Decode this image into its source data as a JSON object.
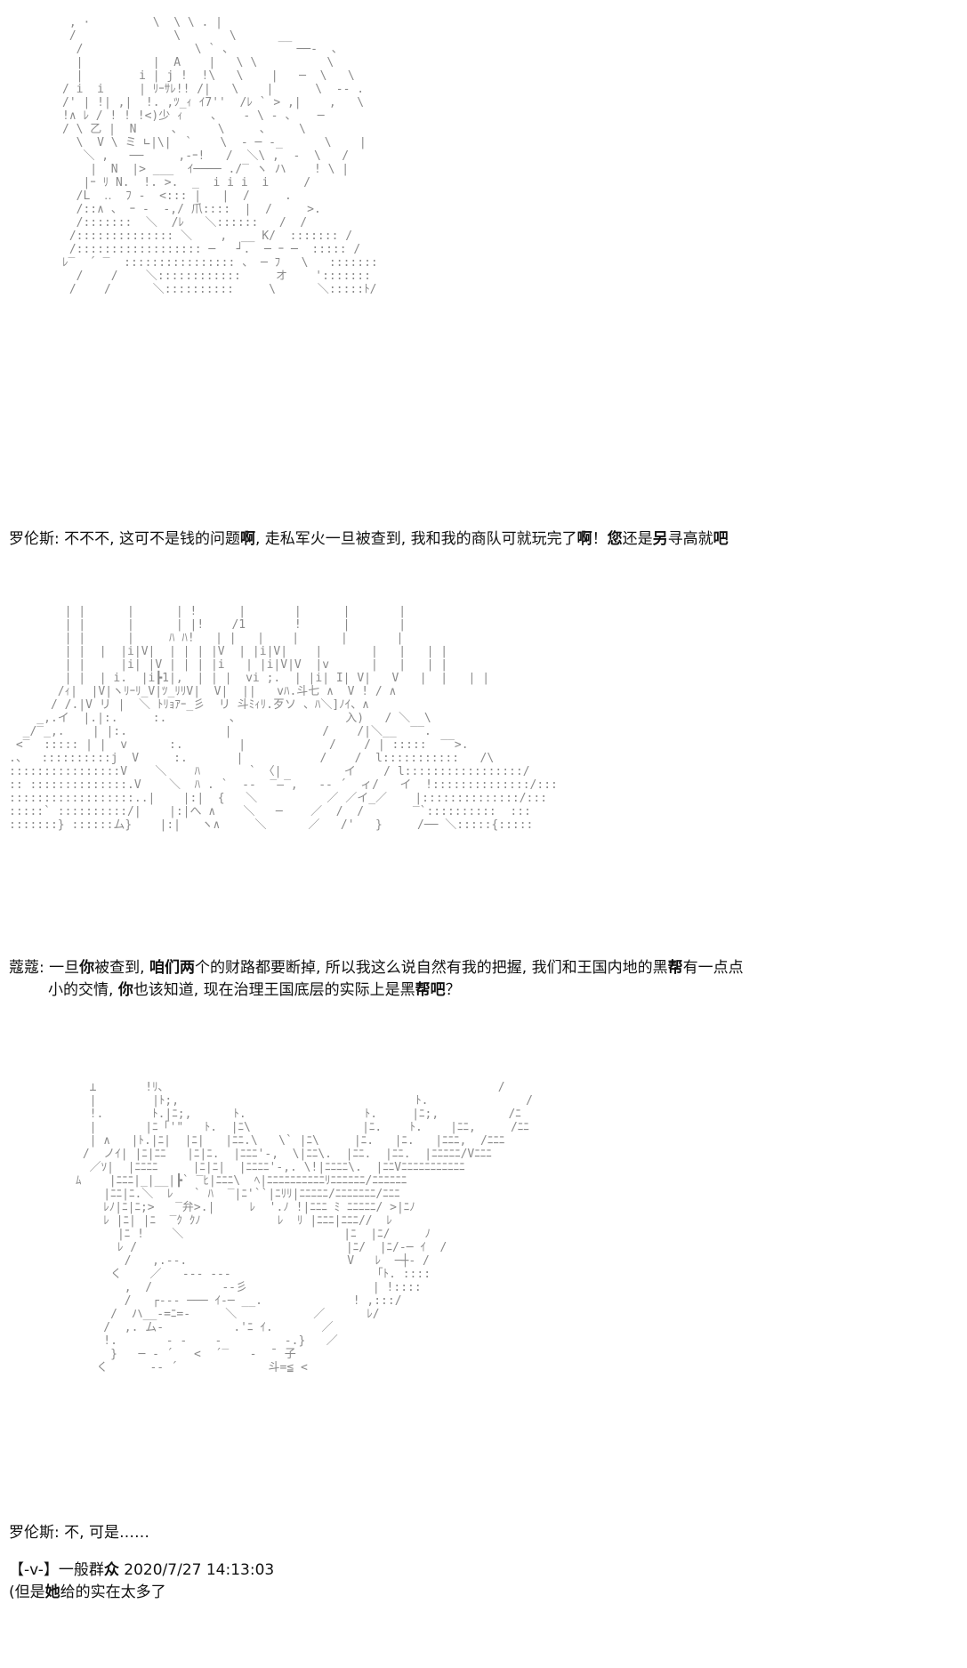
{
  "art": {
    "panel1": " , ·         \\  \\ \\ . |\n /              \\       \\      __\n  /                \\ ` 、         ──-  、\n  |          |  A    |   \\ \\          \\\n  |        i | j !  !\\   \\    |   ─  \\   \\\n/ i  i     | ﾘｰｻﾚ!! /|   \\    |      \\  -- .\n/' | !| ,|  !. ,ﾂ_ｨ ｲ7''  /ﾚ ` > ,|    ,   \\\n!∧ ﾚ / ! ! !<)少 ｨ    、   - \\ ‐ 、   ─\n/ \\ 乙 |  N     、     \\     、    \\\n  \\  V \\ ミ ∟|\\|  `    \\  - ─ -_      \\    |\n   ＼ ,   ──     ,-ｰ!   /  ＼\\ ,  -  \\   /\n    |  N  |> ___  ｲ──── ./‾ ヽ ハ    ! \\ |\n   |ｰ ﾘ N.  !. >.  _  i i i  i     /\n  /L  ‥  ﾌ ‐  <::: |   |  /     .\n  /::∧ 、 ｰ -  ‐,/ 爪::::  |  /     >.\n  /:::::::  ＼  /ﾚ   ＼::::::   /  /\n /:::::::::::::: ＼    ,  __ K/  ::::::: /\n /:::::::::::::::::: ─   ┘.  ─ ｰ ─  ::::: /\nﾚ‾  ´ ‾  :::::::::::::::: 、 ─ ﾌ   \\   :::::::\n  /    /    ＼::::::::::::     オ    ':::::::\n /    /      ＼::::::::::     \\      ＼:::::ﾄ/",
    "panel2": "        | |      |      | !      |       |      |       |\n        | |      |      | |!    /1       !      |       |\n        | |      |     ﾊ ﾊ!   | |   |    |      |       |\n        | |  |  |i|V|  | | | |V  | |i|V|    |       |   |   | |\n        | |     |i| |V | | | |i   | |i|V|V  |v      |   |   | |\n        | |  | i.  |i┣1|,  | | |  vi ;.  | |i| I| V|   V   |  |   | |\n       /ｨ|  |V|ヽﾘｰﾘ_V|ﾂ_ﾘﾘV|  V|  ||   vﾊ.斗七 ∧  V ! / ∧\n      / /.|V リ |  ＼ ﾄﾘｮｱｰ_彡  リ 斗ﾐｨﾘ.歹ソ 、ﾊ＼]ﾉｲ、∧\n    _,.イ  |.|:.     :.         、               入)   / ＼  \\\n  _/‾_,.    | |:.              |             /    /|＼__  ‾‾.\n <‾  ::::: | |  v      :.        |            /    / | :::::  ‾‾>.\n.、  ::::::::::j  V     :.       |           /    /  l:::::::::::   /\\\n::::::::::::::::V    ＼    ﾊ       ` 〈|         イ    / l:::::::::::::::::/\n:: ::::::::::::::.V    ＼  ﾊ . `  ‐‐  ‾―‾,   ‐‐ ´  ィ/   イ  !::::::::::::::/:::\n::::::::::::::::::..|    |:|  {   ＼          ／ ／イ_／    |::::::::::::::/:::\n:::::` ::::::::::/|    |:|へ ∧    ＼   ─    ／  /  /       ‾`::::::::::  :::\n:::::::} ::::::ム}    |:|   ヽ∧     ＼      ／   /'   }     /── ＼:::::{:::::",
    "panel3": "  ⊥       !ﾘ､                                                /\n  |        |ﾄ;,                                  ﾄ.              /\n  !.       ﾄ.|ﾆ;,      ﾄ.                 ﾄ.     |ﾆ;,          /ﾆ\n  |       |ﾆ「'\"   ﾄ.  |ﾆ\\                |ﾆ.    ﾄ.    |ﾆﾆ,     /ﾆﾆ\n  | ∧   |ﾄ.|ﾆ|  |ﾆ|   |ﾆﾆ.\\   \\` |ﾆ\\     |ﾆ.   |ﾆ.   |ﾆﾆﾆ,  /ﾆﾆﾆ\n /  ノｲ| |ﾆ|ﾆﾆ   |ﾆ|ﾆ.  |ﾆﾆﾆ'-,  \\|ﾆﾆ\\.  |ﾆﾆ.  |ﾆﾆ.  |ﾆﾆﾆﾆﾆ/Vﾆﾆﾆ\n  ／ｿ|  |ﾆﾆﾆﾆ     |ﾆ|ﾆ|  |ﾆﾆﾆﾆ'-,. \\!|ﾆﾆﾆﾆ\\.  |ﾆﾆVﾆﾆﾆﾆﾆﾆﾆﾆﾆﾆﾆ\nﾑ    |ﾆﾆﾆ|_|__|┣` ‾ﾋ|ﾆﾆﾆ\\  ﾍ|ﾆﾆﾆﾆﾆﾆﾆﾆﾆﾆﾘﾆﾆﾆﾆﾆﾆ/ﾆﾆﾆﾆﾆﾆ\n    |ﾆﾆ|ﾆ.＼  ﾚ   ` ﾊ  ‾|ﾆ'``|ﾆﾘﾘ|ﾆﾆﾆﾆﾆ/ﾆﾆﾆﾆﾆﾆﾆ/ﾆﾆﾆ\n    ﾚﾉ|ﾆ|ﾆ;>   ‾弁>.|     ﾚ  '.ﾉ !|ﾆﾆﾆ ﾐ ﾆﾆﾆﾆﾆ/ >|ﾆﾉ\n    ﾚ |ﾆ| |ﾆ  ‾ｸ ｸﾉ           ﾚ  ﾘ |ﾆﾆﾆ|ﾆﾆﾆ//  ﾚ\n      |ﾆ !    ＼                       |ﾆ  |ﾆ/     ﾉ\n      ﾚ /                              |ﾆ/  |ﾆ/‐─ ｲ  /\n       /   ,.-‐.                       V   ﾚ  ─┼‐ /\n     く    ／   ‐‐‐ ‐‐‐                     ｢ﾄ. ::::\n       ,  /          ‐‐彡                  | !::::\n       /   ┌‐‐‐ ─── ｲ‐─ __.             ! ,:::/\n     /  ハ__‐=ﾆ=‐     ＼           ／      ﾚ/\n    /  ,. ム‐          .'ﾆ ｲ.       ／\n    !.       - ‐    ‐         ‐.}   ／\n     }   ─ ‐ ´   <  ´‾   ‐  ̄  子\n   く      ‐‐ ´             斗=≦ <"
  },
  "dialogue": {
    "line1": {
      "speaker": "罗伦斯:",
      "text_a": " 不不不, 这可不是钱的问题",
      "bold_a": "啊",
      "text_b": ", 走私军火一旦被查到, 我和我的商队可就玩完了",
      "bold_b": "啊",
      "text_c": "！",
      "bold_c": "您",
      "text_d": "还是",
      "bold_d": "另",
      "text_e": "寻高就",
      "bold_e": "吧"
    },
    "line2": {
      "speaker": "蔻蔻:",
      "text_a": " 一旦",
      "bold_a": "你",
      "text_b": "被查到, ",
      "bold_b": "咱们两",
      "text_c": "个的财路都要断掉, 所以我这么说自然有我的把握, 我们和王国内地的黑",
      "bold_c": "帮",
      "text_d": "有一点点"
    },
    "line2b": {
      "text_a": "小的交情, ",
      "bold_a": "你",
      "text_b": "也该知道, 现在治理王国底层的实际上是黑",
      "bold_b": "帮吧",
      "text_c": "？"
    },
    "line3": {
      "speaker": "罗伦斯:",
      "text": " 不, 可是……"
    }
  },
  "comment": {
    "user_prefix": "【-v-】一般群",
    "user_bold": "众",
    "timestamp": " 2020/7/27 14:13:03",
    "text_a": "(但是",
    "bold_a": "她",
    "text_b": "给的实在太多了"
  }
}
